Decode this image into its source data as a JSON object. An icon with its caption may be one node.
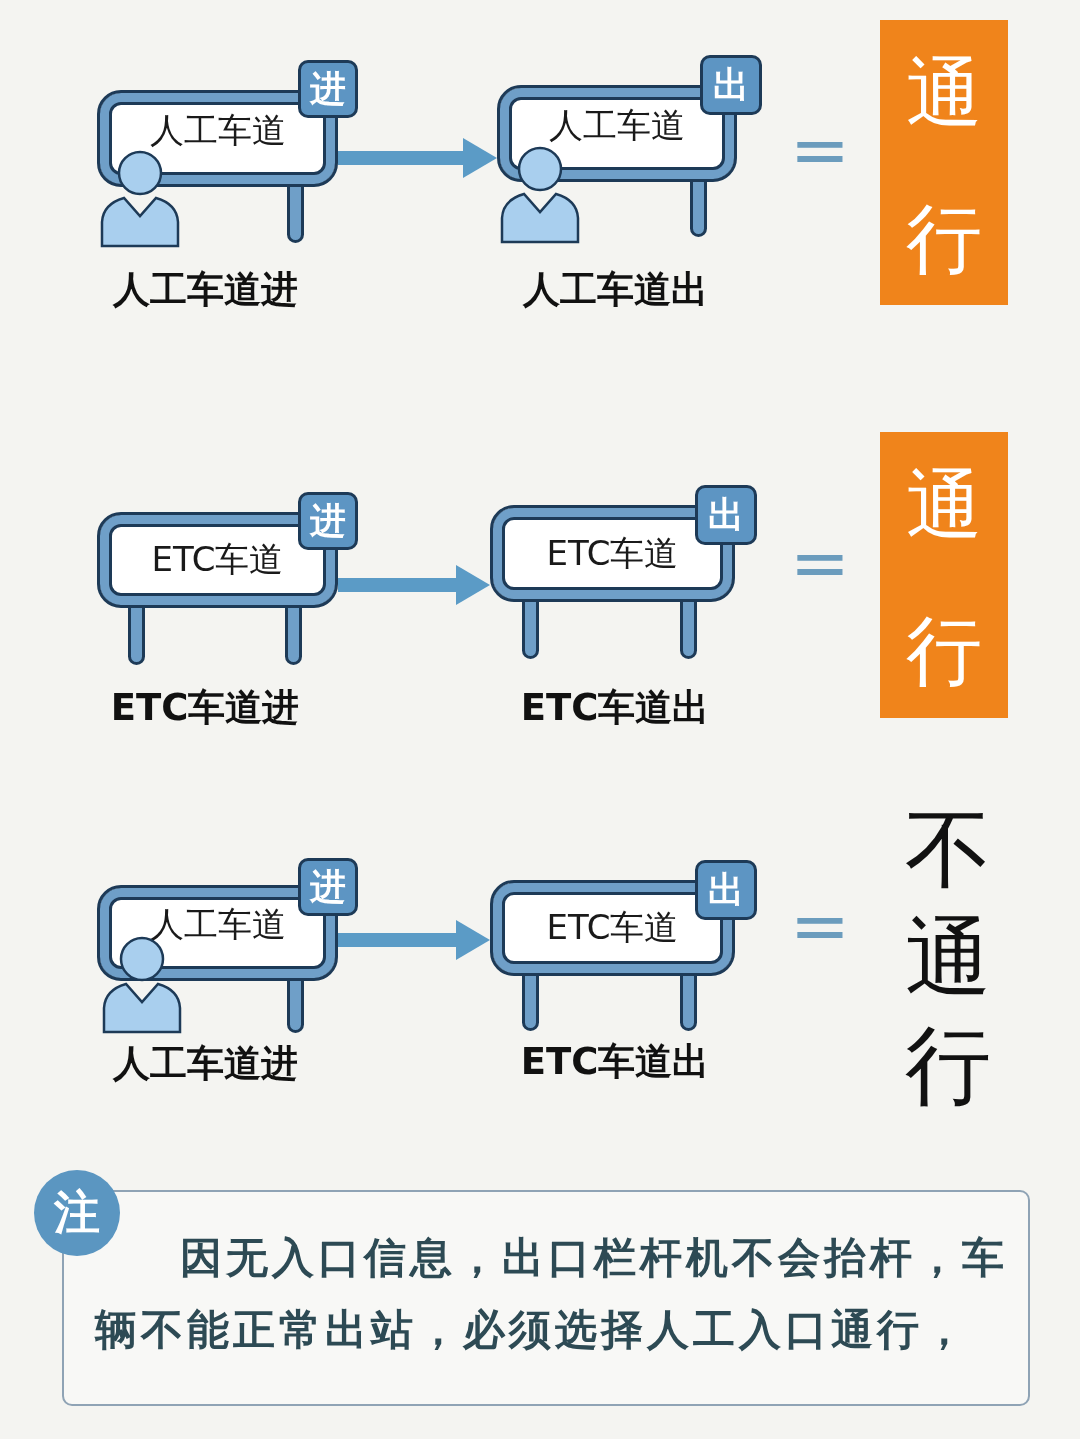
{
  "diagram": {
    "nodes": [
      {
        "text": [
          "人工车道"
        ],
        "beside": [
          "人工车道进"
        ]
      },
      {
        "text": [
          "进"
        ]
      },
      {
        "text": [
          "人工车道"
        ],
        "beside": [
          "人工车道出"
        ]
      },
      {
        "text": [
          "出"
        ]
      },
      {
        "text": [
          "通行"
        ]
      },
      {
        "text": [
          "ETC车道"
        ],
        "beside": [
          "ETC车道进"
        ]
      },
      {
        "text": [
          "进"
        ]
      },
      {
        "text": [
          "ETC车道"
        ],
        "beside": [
          "ETC车道出"
        ]
      },
      {
        "text": [
          "出"
        ]
      },
      {
        "text": [
          "通行"
        ]
      },
      {
        "text": [
          "人工车道"
        ],
        "beside": [
          "人工车道进"
        ]
      },
      {
        "text": [
          "进"
        ]
      },
      {
        "text": [
          "ETC车道"
        ],
        "beside": [
          "ETC车道出"
        ]
      },
      {
        "text": [
          "出"
        ]
      },
      {
        "text": [
          "注"
        ]
      },
      {
        "text": [
          "因无入口信息，出口栏杆机不会抬杆，车辆不能正常出站，必须选择人工入口通行，"
        ]
      }
    ],
    "edges": [
      {
        "from": 0,
        "to": 2,
        "arrow": "to"
      },
      {
        "from": 5,
        "to": 7,
        "arrow": "to"
      },
      {
        "from": 10,
        "to": 12,
        "arrow": "to"
      }
    ],
    "labels": [
      "=",
      "=",
      "=",
      "不通行"
    ]
  }
}
